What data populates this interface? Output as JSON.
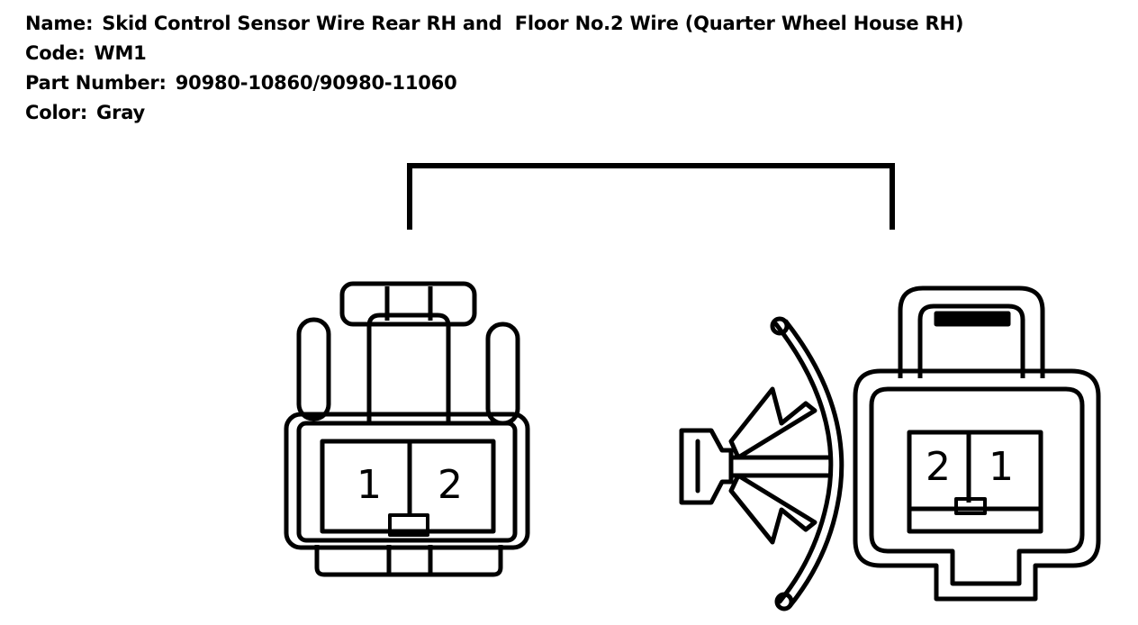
{
  "info": {
    "name_label": "Name:",
    "name_value": "Skid Control Sensor Wire Rear RH and  Floor No.2 Wire (Quarter Wheel House RH)",
    "code_label": "Code:",
    "code_value": "WM1",
    "part_label": "Part Number:",
    "part_value": "90980-10860/90980-11060",
    "color_label": "Color:",
    "color_value": "Gray"
  },
  "connectors": {
    "left": {
      "pins": [
        "1",
        "2"
      ]
    },
    "right": {
      "pins": [
        "2",
        "1"
      ]
    }
  }
}
